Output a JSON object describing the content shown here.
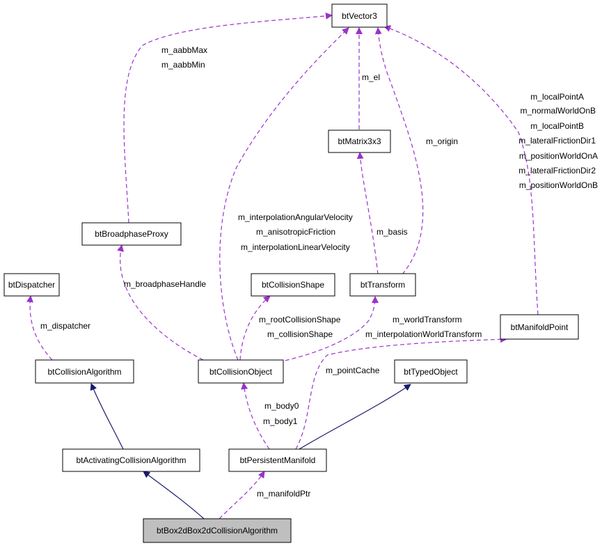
{
  "colors": {
    "usage_edge": "#9a32cd",
    "inherit_edge": "#191970",
    "highlight_fill": "#bfbfbf"
  },
  "nodes": {
    "btVector3": "btVector3",
    "btMatrix3x3": "btMatrix3x3",
    "btBroadphaseProxy": "btBroadphaseProxy",
    "btDispatcher": "btDispatcher",
    "btCollisionShape": "btCollisionShape",
    "btTransform": "btTransform",
    "btManifoldPoint": "btManifoldPoint",
    "btCollisionAlgorithm": "btCollisionAlgorithm",
    "btCollisionObject": "btCollisionObject",
    "btTypedObject": "btTypedObject",
    "btActivatingCollisionAlgorithm": "btActivatingCollisionAlgorithm",
    "btPersistentManifold": "btPersistentManifold",
    "btBox2dBox2dCollisionAlgorithm": "btBox2dBox2dCollisionAlgorithm"
  },
  "edge_labels": {
    "aabb": [
      "m_aabbMax",
      "m_aabbMin"
    ],
    "el": [
      "m_el"
    ],
    "origin": [
      "m_origin"
    ],
    "manifold_point_vectors": [
      "m_localPointA",
      "m_normalWorldOnB",
      "m_localPointB",
      "m_lateralFrictionDir1",
      "m_positionWorldOnA",
      "m_lateralFrictionDir2",
      "m_positionWorldOnB"
    ],
    "collision_object_vectors": [
      "m_interpolationAngularVelocity",
      "m_anisotropicFriction",
      "m_interpolationLinearVelocity"
    ],
    "basis": [
      "m_basis"
    ],
    "broadphase_handle": [
      "m_broadphaseHandle"
    ],
    "dispatcher": [
      "m_dispatcher"
    ],
    "collision_shape": [
      "m_rootCollisionShape",
      "m_collisionShape"
    ],
    "transform": [
      "m_worldTransform",
      "m_interpolationWorldTransform"
    ],
    "point_cache": [
      "m_pointCache"
    ],
    "body": [
      "m_body0",
      "m_body1"
    ],
    "manifold_ptr": [
      "m_manifoldPtr"
    ]
  }
}
